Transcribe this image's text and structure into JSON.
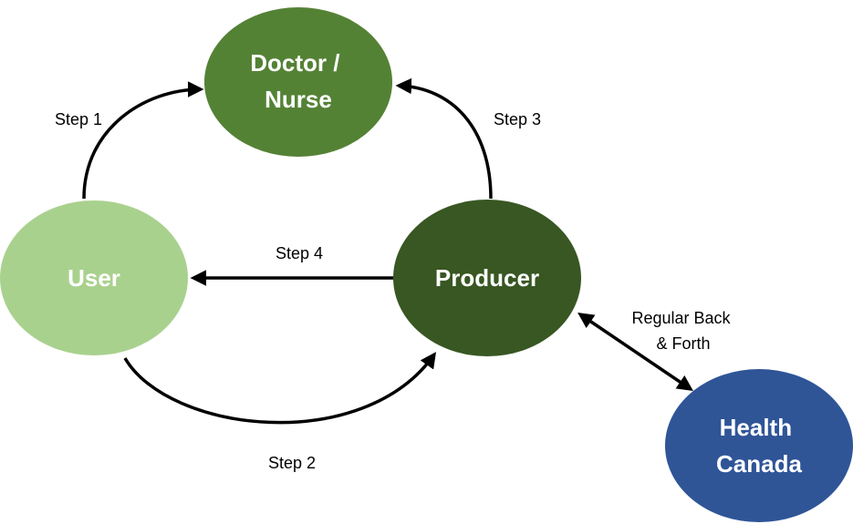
{
  "nodes": {
    "doctor": {
      "lines": [
        "Doctor /",
        "Nurse"
      ],
      "color": "#548235"
    },
    "user": {
      "lines": [
        "User"
      ],
      "color": "#a9d18e"
    },
    "producer": {
      "lines": [
        "Producer"
      ],
      "color": "#385723"
    },
    "health": {
      "lines": [
        "Health",
        "Canada"
      ],
      "color": "#2f5597"
    }
  },
  "edges": {
    "step1": {
      "label": "Step 1"
    },
    "step2": {
      "label": "Step 2"
    },
    "step3": {
      "label": "Step 3"
    },
    "step4": {
      "label": "Step 4"
    },
    "regular": {
      "lines": [
        "Regular Back",
        "& Forth"
      ]
    }
  }
}
